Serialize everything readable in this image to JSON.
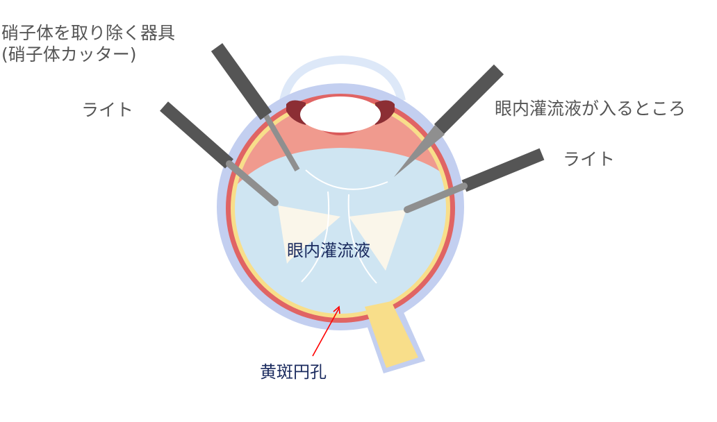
{
  "labels": {
    "cutter_line1": "硝子体を取り除く器具",
    "cutter_line2": "(硝子体カッター)",
    "light_left": "ライト",
    "infusion": "眼内灌流液が入るところ",
    "light_right": "ライト",
    "fluid": "眼内灌流液",
    "macular_hole": "黄斑円孔"
  },
  "colors": {
    "sclera": "#c3cff0",
    "cornea": "#dde8f8",
    "choroid": "#e06464",
    "retina": "#f8de8a",
    "vitreous": "#cfe5f2",
    "ciliary": "#f09a8e",
    "instrument_handle": "#555555",
    "instrument_shaft": "#8f8f8f",
    "arrow": "#ff0000"
  }
}
